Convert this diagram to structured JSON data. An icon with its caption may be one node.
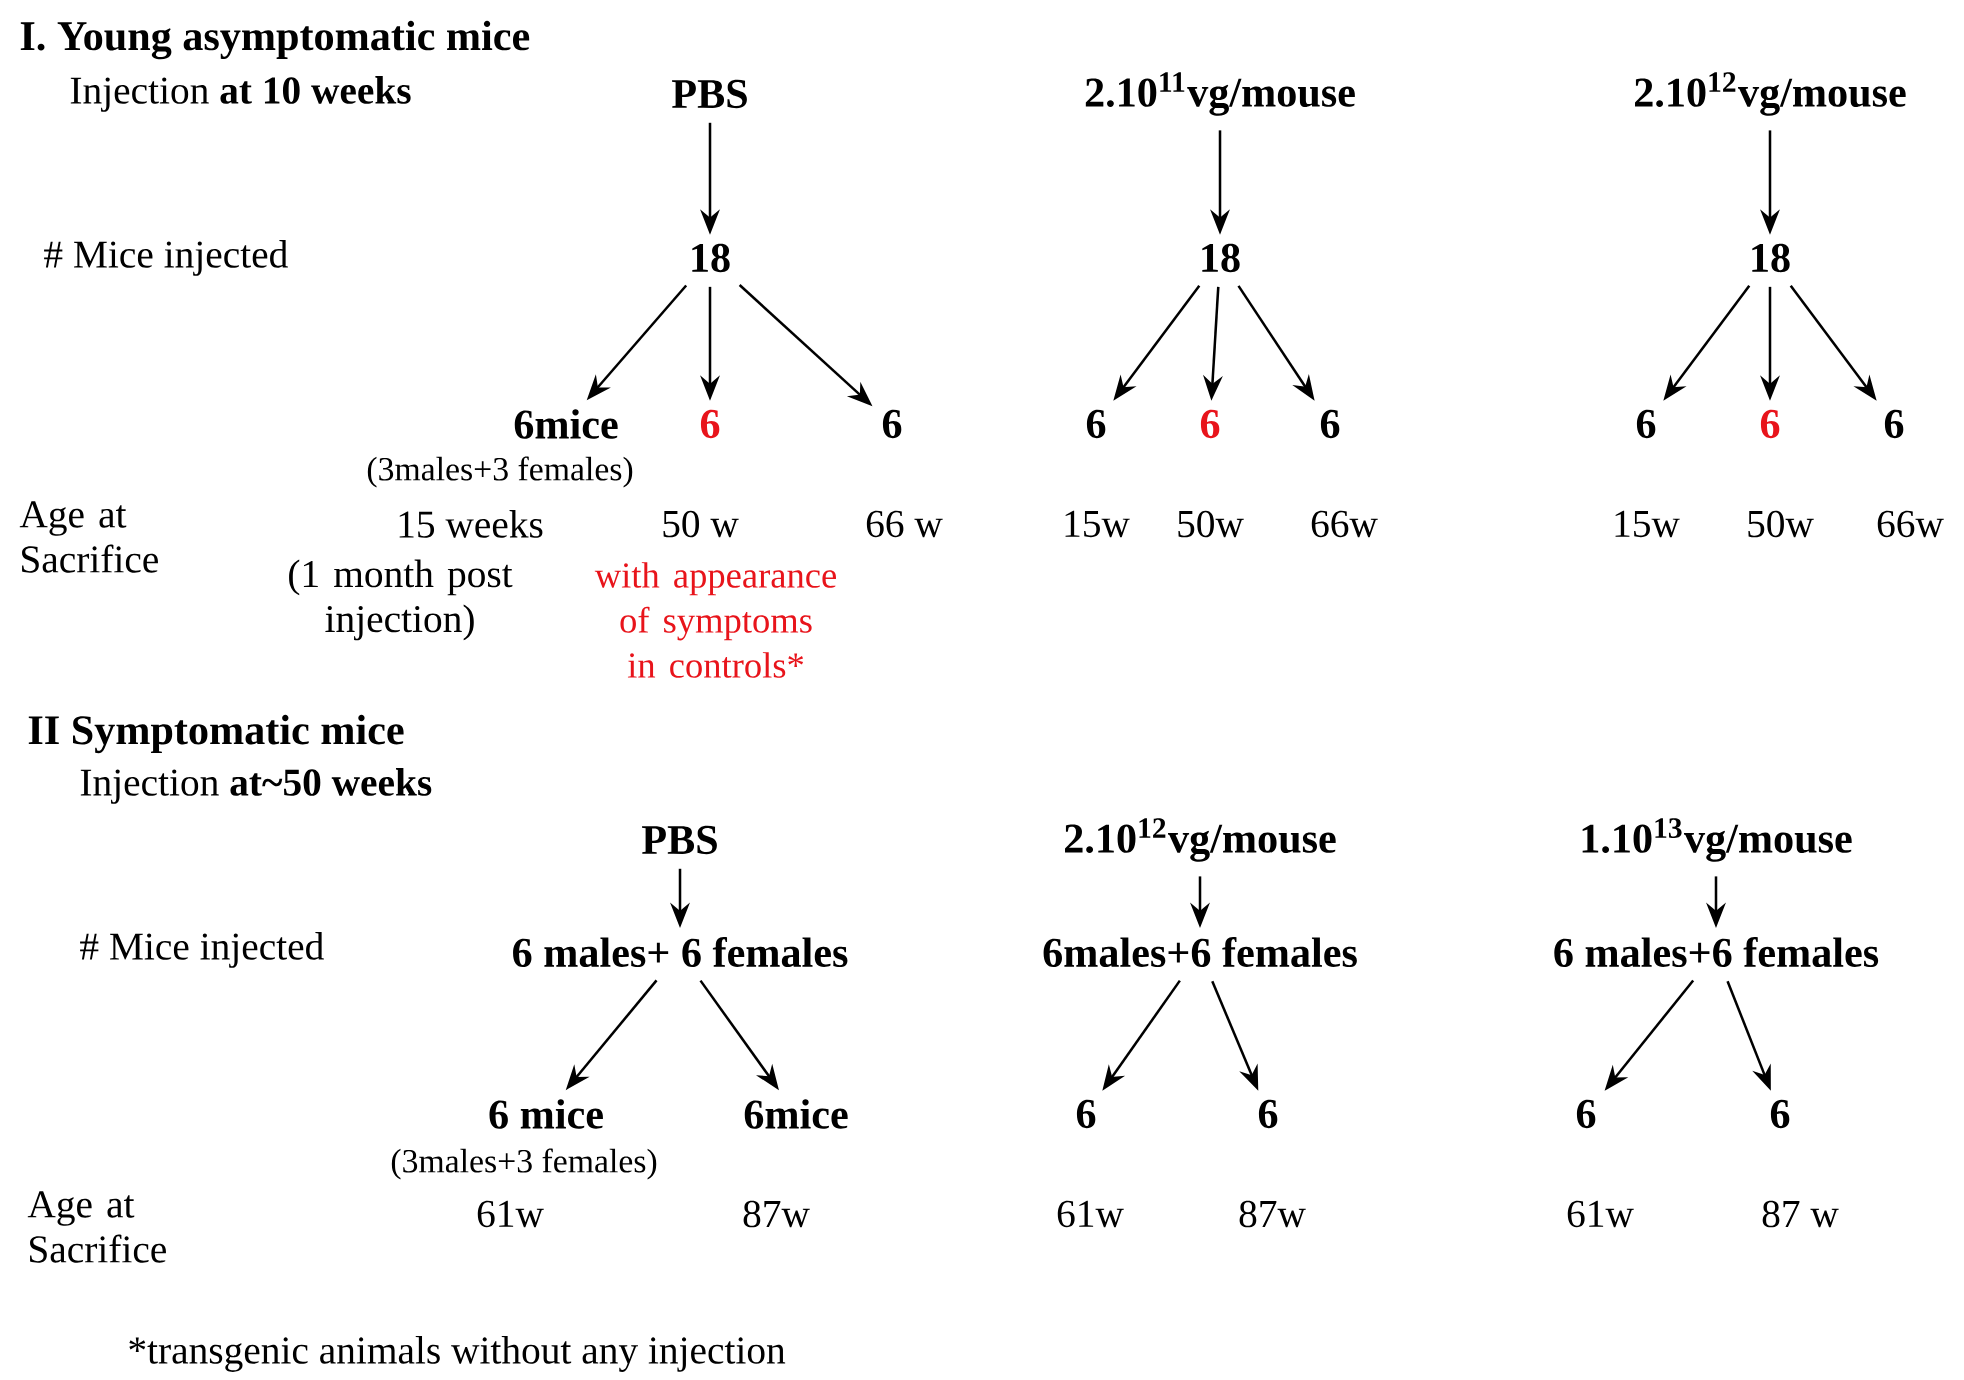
{
  "diagram": {
    "nodes": [
      {
        "text": [
          "PBS"
        ]
      },
      {
        "text": [
          "18"
        ]
      },
      {
        "text": [
          "6mice"
        ],
        "beside": [
          "(3males+3 females)"
        ]
      },
      {
        "text": [
          "6"
        ]
      },
      {
        "text": [
          "6"
        ]
      },
      {
        "text": [
          "2.10$^{11}$vg/mouse"
        ]
      },
      {
        "text": [
          "18"
        ]
      },
      {
        "text": [
          "6"
        ]
      },
      {
        "text": [
          "6"
        ]
      },
      {
        "text": [
          "6"
        ]
      },
      {
        "text": [
          "2.10$^{12}$vg/mouse"
        ]
      },
      {
        "text": [
          "18"
        ]
      },
      {
        "text": [
          "6"
        ]
      },
      {
        "text": [
          "6"
        ]
      },
      {
        "text": [
          "6"
        ]
      },
      {
        "text": [
          "PBS"
        ]
      },
      {
        "text": [
          "6 males+ 6 females"
        ]
      },
      {
        "text": [
          "6 mice"
        ],
        "beside": [
          "(3males+3 females)"
        ]
      },
      {
        "text": [
          "6mice"
        ]
      },
      {
        "text": [
          "2.10$^{12}$vg/mouse"
        ]
      },
      {
        "text": [
          "6males+6 females"
        ]
      },
      {
        "text": [
          "6"
        ]
      },
      {
        "text": [
          "6"
        ]
      },
      {
        "text": [
          "1.10$^{13}$vg/mouse"
        ]
      },
      {
        "text": [
          "6 males+6 females"
        ]
      },
      {
        "text": [
          "6"
        ]
      },
      {
        "text": [
          "6"
        ]
      }
    ],
    "edges": [
      {
        "from": 0,
        "to": 1,
        "arrow": "to"
      },
      {
        "from": 1,
        "to": 2,
        "arrow": "to"
      },
      {
        "from": 1,
        "to": 3,
        "arrow": "to"
      },
      {
        "from": 1,
        "to": 4,
        "arrow": "to"
      },
      {
        "from": 5,
        "to": 6,
        "arrow": "to"
      },
      {
        "from": 6,
        "to": 7,
        "arrow": "to"
      },
      {
        "from": 6,
        "to": 8,
        "arrow": "to"
      },
      {
        "from": 6,
        "to": 9,
        "arrow": "to"
      },
      {
        "from": 10,
        "to": 11,
        "arrow": "to"
      },
      {
        "from": 11,
        "to": 12,
        "arrow": "to"
      },
      {
        "from": 11,
        "to": 13,
        "arrow": "to"
      },
      {
        "from": 11,
        "to": 14,
        "arrow": "to"
      },
      {
        "from": 15,
        "to": 16,
        "arrow": "to"
      },
      {
        "from": 16,
        "to": 17,
        "arrow": "to"
      },
      {
        "from": 16,
        "to": 18,
        "arrow": "to"
      },
      {
        "from": 19,
        "to": 20,
        "arrow": "to"
      },
      {
        "from": 20,
        "to": 21,
        "arrow": "to"
      },
      {
        "from": 20,
        "to": 22,
        "arrow": "to"
      },
      {
        "from": 23,
        "to": 24,
        "arrow": "to"
      },
      {
        "from": 24,
        "to": 25,
        "arrow": "to"
      },
      {
        "from": 24,
        "to": 26,
        "arrow": "to"
      }
    ],
    "labels": [
      "I. Young asymptomatic mice",
      "Injection **at 10 weeks**",
      "# Mice injected",
      "Age at Sacrifice",
      "15 weeks",
      "50 w",
      "66 w",
      "(1 month post injection)",
      "with appearance of symptoms in controls*",
      "15w",
      "50w",
      "66w",
      "15w",
      "50w",
      "66w",
      "II  Symptomatic mice",
      "Injection **at~50 weeks**",
      "# Mice injected",
      "Age at Sacrifice",
      "61w",
      "87w",
      "61w",
      "87w",
      "61w",
      "87 w",
      "*transgenic animals without any injection"
    ]
  }
}
